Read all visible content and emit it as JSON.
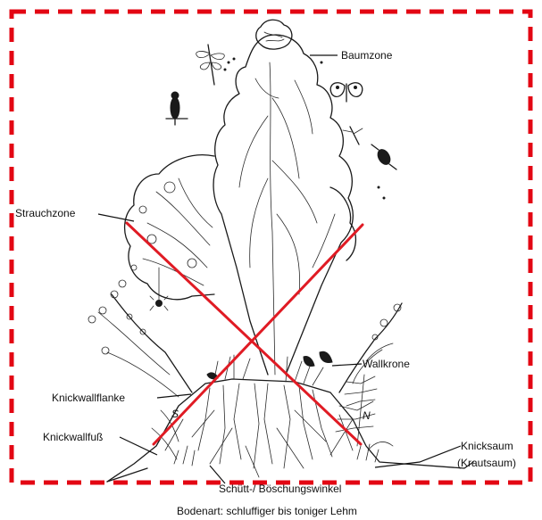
{
  "labels": {
    "baumzone": "Baumzone",
    "strauchzone": "Strauchzone",
    "wallkrone": "Wallkrone",
    "knickwallflanke": "Knickwallflanke",
    "knickwallfuss": "Knickwallfuß",
    "knicksaum": "Knicksaum",
    "krautsaum": "(Krautsaum)",
    "schuett": "Schütt-/ Böschungswinkel",
    "bodenart": "Bodenart: schluffiger bis toniger Lehm",
    "mark_s": "S",
    "mark_n": "N"
  },
  "colors": {
    "frame": "#e30613",
    "cross": "#e01b24",
    "ink": "#1a1a1a"
  },
  "icons": [
    "bird-icon",
    "dragonfly-icon",
    "butterfly-icon",
    "beetle-icon",
    "spider-icon"
  ]
}
